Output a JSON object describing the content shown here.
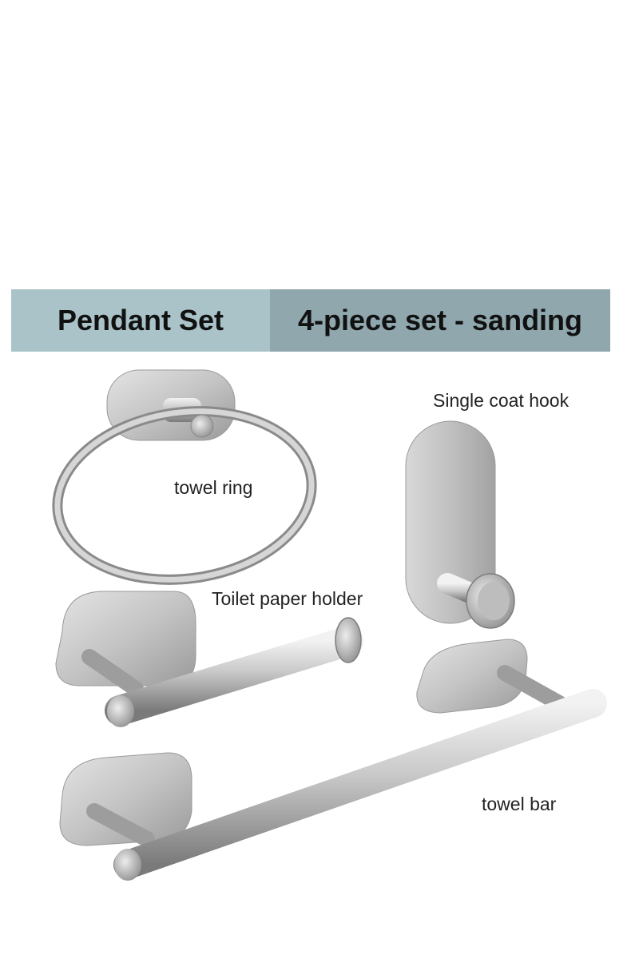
{
  "banner": {
    "left_title": "Pendant Set",
    "right_title": "4-piece set - sanding",
    "left_color": "#a9c3c8",
    "right_color": "#8fa7ad"
  },
  "products": {
    "towel_ring": "towel ring",
    "coat_hook": "Single coat hook",
    "toilet_paper_holder": "Toilet paper holder",
    "towel_bar": "towel bar"
  },
  "colors": {
    "steel_light": "#e6e6e6",
    "steel_mid": "#b9b9b9",
    "steel_dark": "#7d7d7d"
  }
}
